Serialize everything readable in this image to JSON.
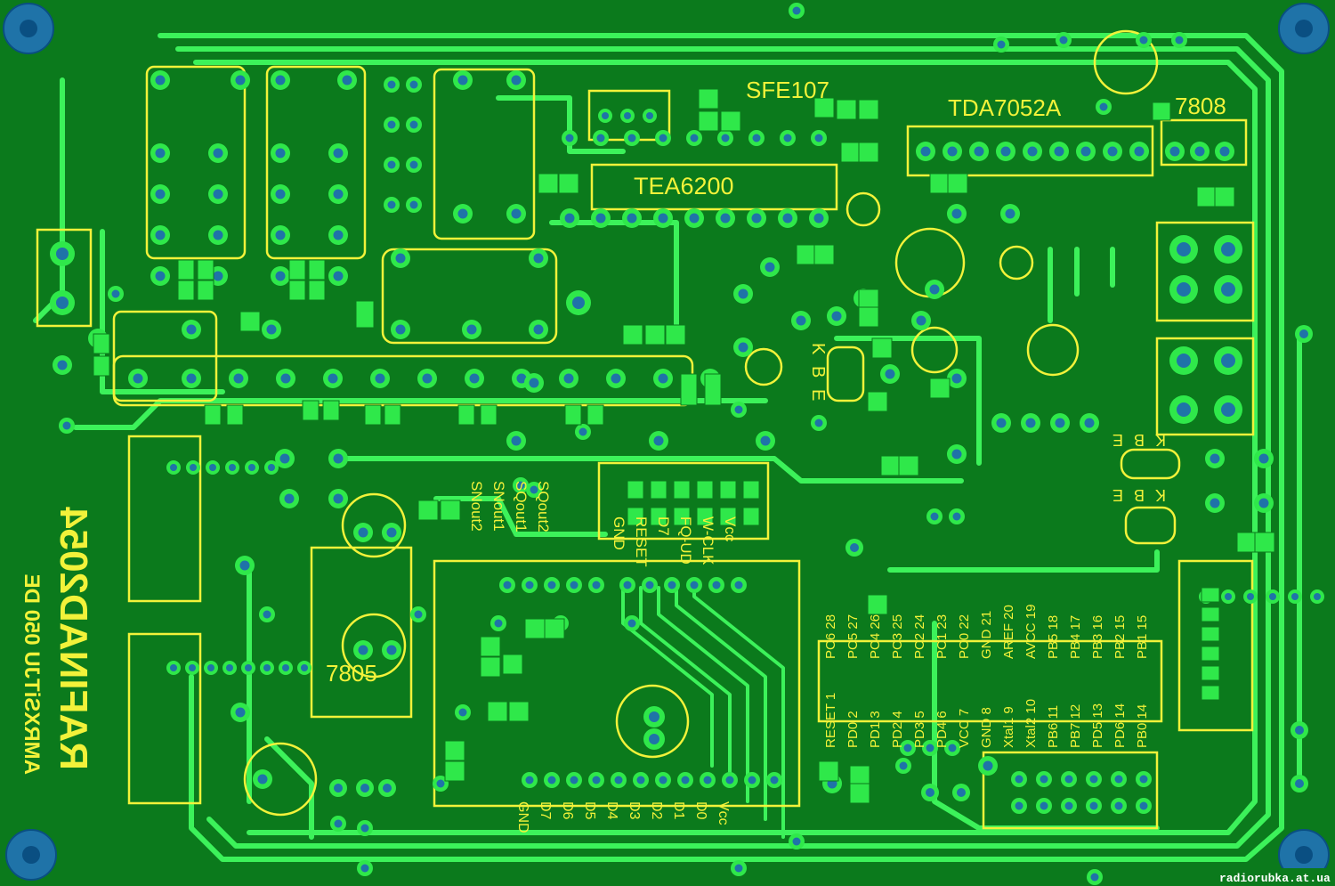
{
  "board": {
    "background": "#0b7a1c",
    "copper_color": "#3cf25a",
    "silk_color": "#f2f23a",
    "drill_color": "#1f73a8"
  },
  "ic_labels": {
    "sfe": "SFE107",
    "tda": "TDA7052A",
    "reg_7808": "7808",
    "tea": "TEA6200",
    "reg_7805": "7805"
  },
  "mirrored_text": {
    "brand": "RAFINAD2054",
    "model": "AMRXSiTJU 050 DE"
  },
  "transistor_letters": {
    "t1": [
      "K",
      "B",
      "E"
    ],
    "t2": [
      "E",
      "B",
      "K"
    ],
    "t3": [
      "E",
      "B",
      "K"
    ]
  },
  "lcd_signals": [
    "Vcc",
    "W-CLK",
    "FQ-UD",
    "D7",
    "RESET",
    "GND",
    "SQout2",
    "SQout1",
    "SNout1",
    "SNout2"
  ],
  "lcd_data_pins": [
    "Vcc",
    "D0",
    "D1",
    "D2",
    "D3",
    "D4",
    "D5",
    "D6",
    "D7",
    "GND"
  ],
  "mcu": {
    "top_row": [
      "PC6 28",
      "PC5 27",
      "PC4 26",
      "PC3 25",
      "PC2 24",
      "PC1 23",
      "PC0 22",
      "GND 21",
      "AREF 20",
      "AVCC 19",
      "PB5 18",
      "PB4 17",
      "PB3 16",
      "PB2 15",
      "PB1 15"
    ],
    "bottom_row": [
      "RESET 1",
      "PD0 2",
      "PD1 3",
      "PD2 4",
      "PD3 5",
      "PD4 6",
      "VCC 7",
      "GND 8",
      "Xtal1 9",
      "Xtal2 10",
      "PB6 11",
      "PB7 12",
      "PD5 13",
      "PD6 14",
      "PB0 14"
    ]
  },
  "watermark": "radiorubka.at.ua"
}
